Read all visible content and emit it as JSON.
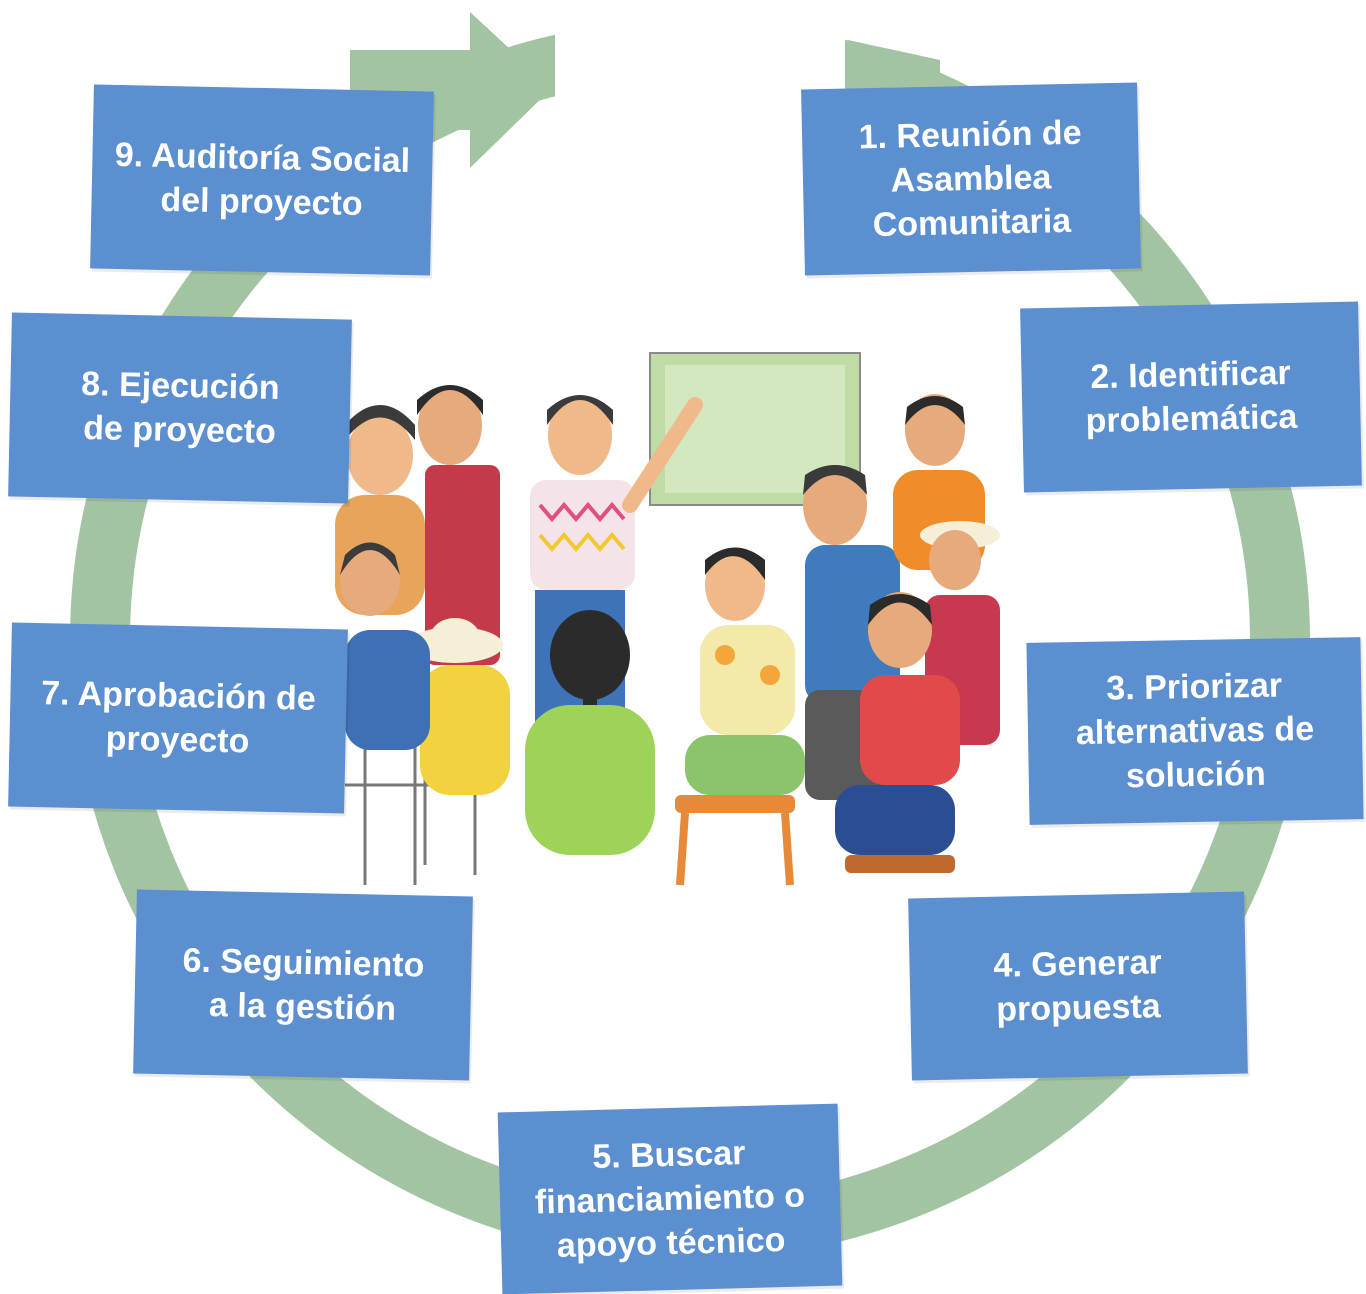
{
  "diagram": {
    "steps": [
      {
        "label": "1. Reunión de\nAsamblea\nComunitaria"
      },
      {
        "label": "2. Identificar\nproblemática"
      },
      {
        "label": "3. Priorizar\nalternativas de\nsolución"
      },
      {
        "label": "4. Generar\npropuesta"
      },
      {
        "label": "5. Buscar\nfinanciamiento o\napoyo técnico"
      },
      {
        "label": "6. Seguimiento\na la gestión"
      },
      {
        "label": "7. Aprobación de\nproyecto"
      },
      {
        "label": "8. Ejecución\nde proyecto"
      },
      {
        "label": "9. Auditoría Social\ndel proyecto"
      }
    ],
    "colors": {
      "box": "#5b8fd0",
      "box_text": "#ffffff",
      "cycle_arrow": "#a3c4a2"
    },
    "center_image": "community-meeting-illustration"
  }
}
